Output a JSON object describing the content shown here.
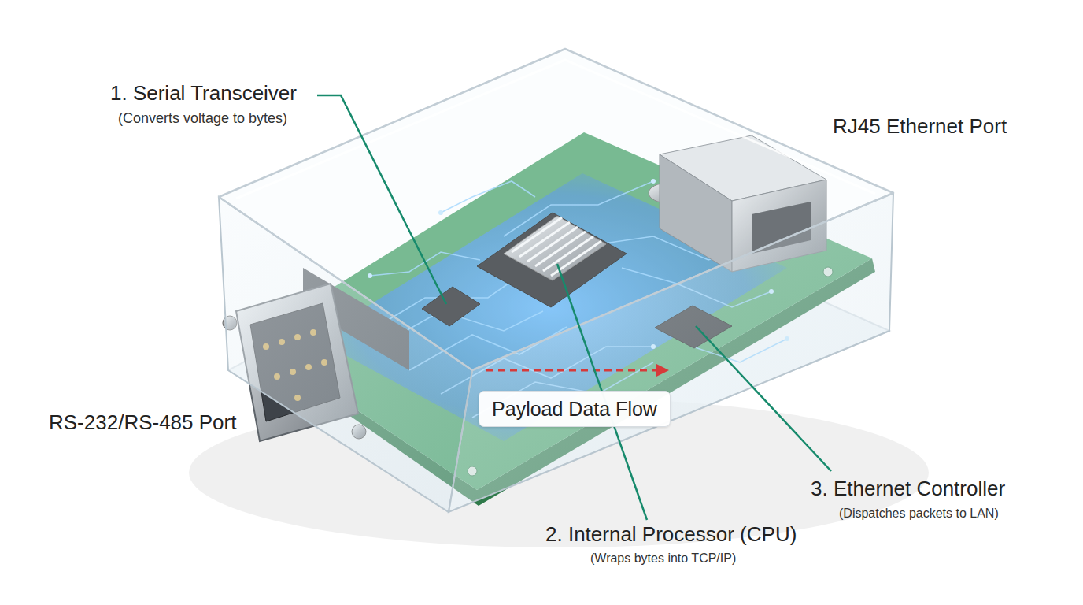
{
  "diagram": {
    "nodes": [
      {
        "text": [
          "Payload Data Flow"
        ]
      }
    ],
    "labels": [
      "1. Serial Transceiver",
      "(Converts voltage to bytes)",
      "RJ45 Ethernet Port",
      "RS-232/RS-485 Port",
      "3. Ethernet Controller",
      "(Dispatches packets to LAN)",
      "2. Internal Processor (CPU)",
      "(Wraps bytes into TCP/IP)"
    ]
  }
}
